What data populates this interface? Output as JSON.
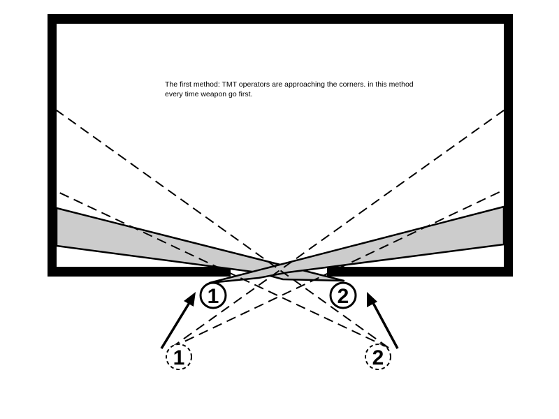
{
  "caption": {
    "line1": "The first method: TMT operators are approaching the corners. in this method",
    "line2": "every time weapon go first."
  },
  "operators": {
    "first_entry_label": "1",
    "second_entry_label": "2",
    "first_start_label": "1",
    "second_start_label": "2"
  },
  "colors": {
    "walls": "#000000",
    "field_of_fire": "#cccccc",
    "background": "#ffffff"
  },
  "icons": [
    "movement-arrow-icon",
    "line-of-sight-dashed"
  ]
}
